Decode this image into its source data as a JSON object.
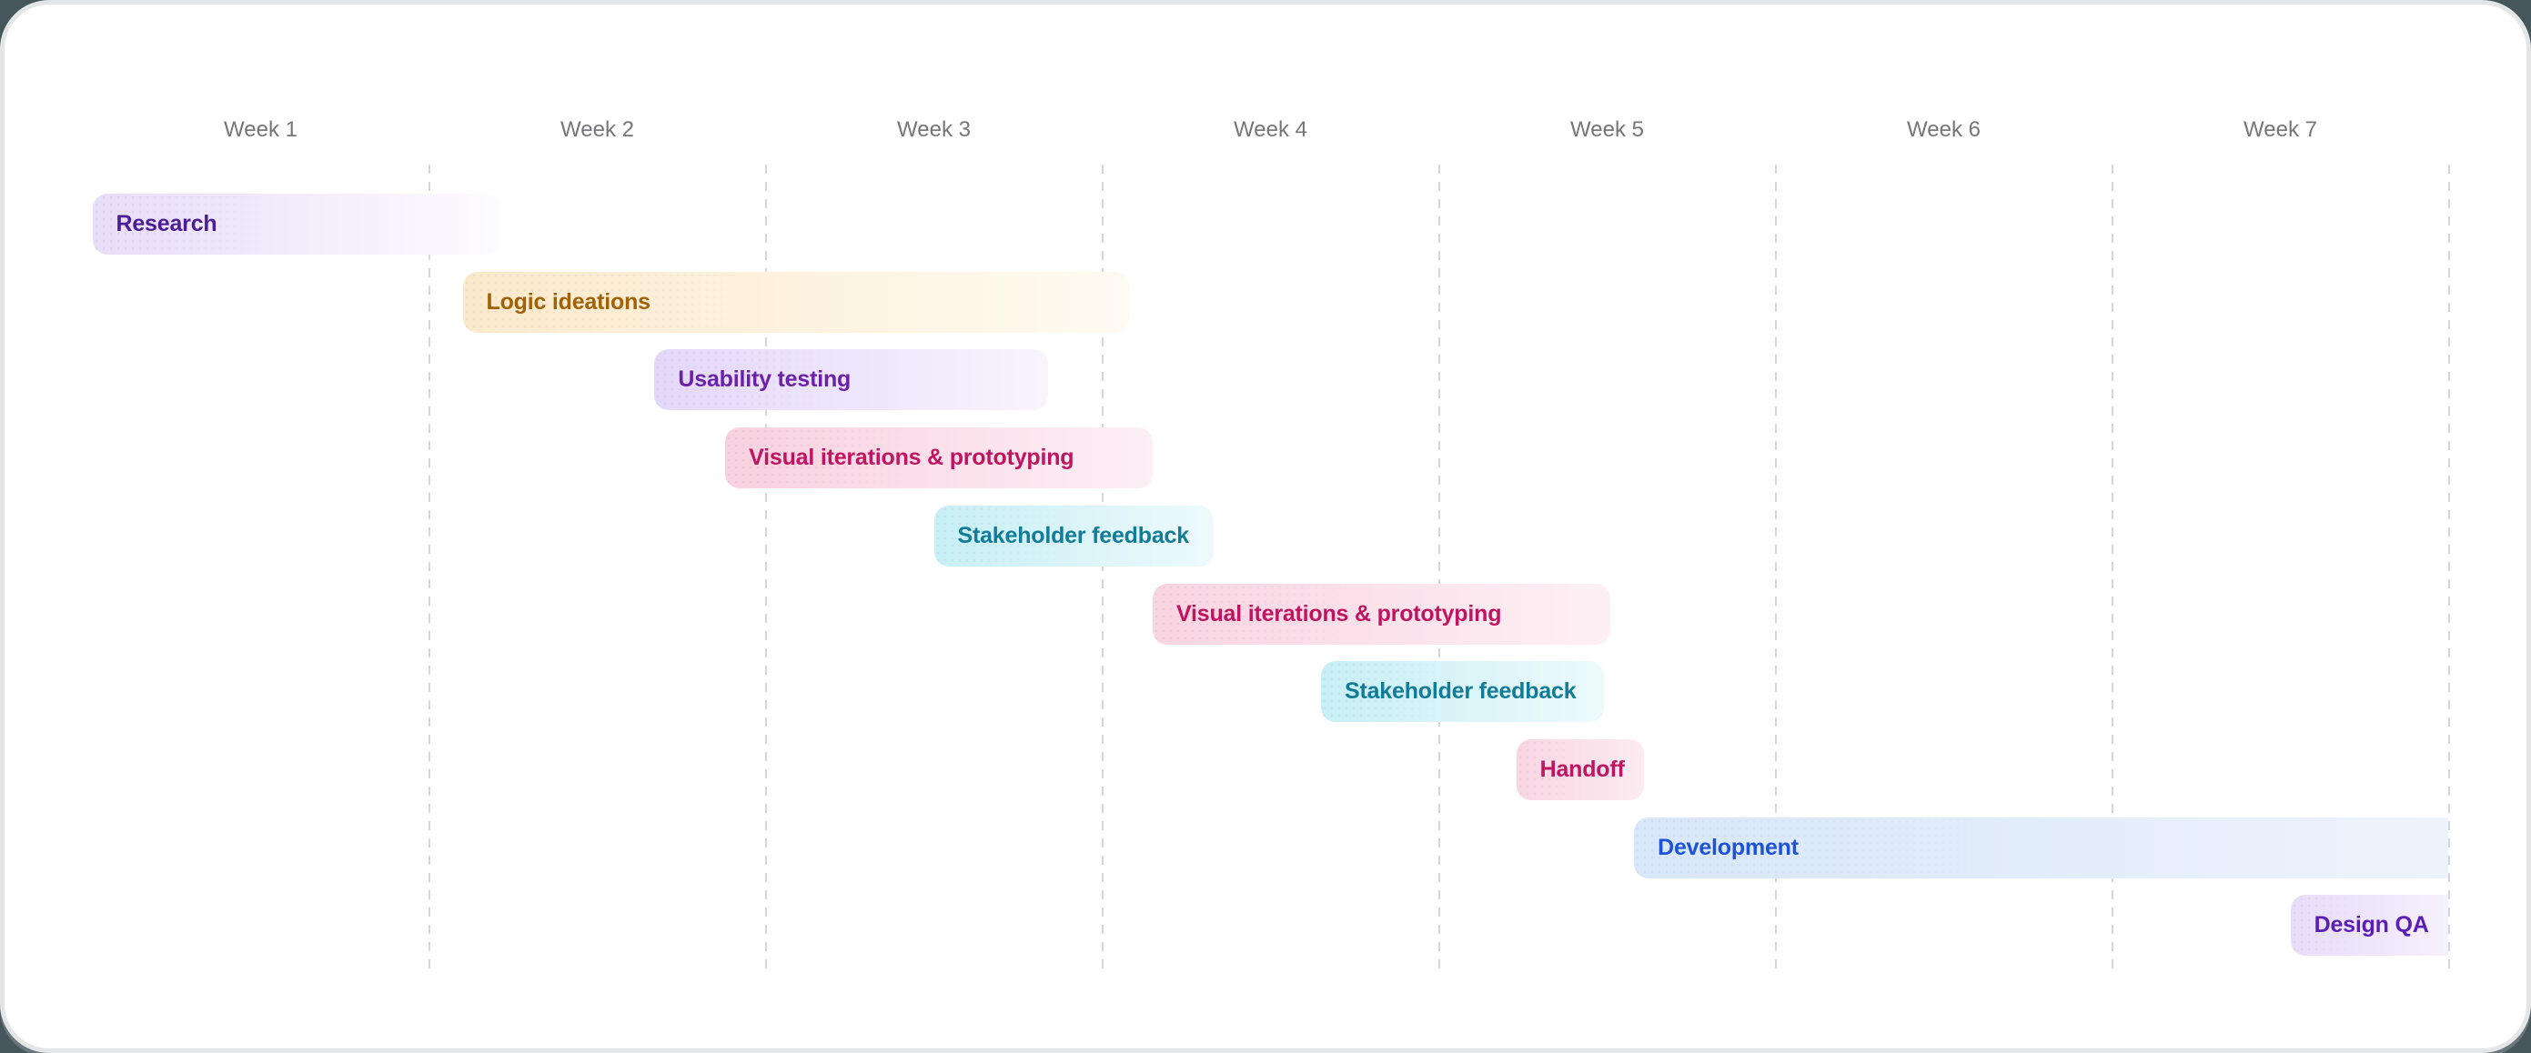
{
  "page": {
    "background_color": "#46575b",
    "card_background": "#ffffff",
    "card_border_color": "#e4e5e7"
  },
  "timeline": {
    "header_label_color": "#76767a",
    "grid_line_color": "#d5d6d9",
    "grid_line_style": "dashed-vertical"
  },
  "chart_data": {
    "type": "gantt",
    "title": "",
    "x_axis": {
      "unit": "week",
      "labels": [
        "Week 1",
        "Week 2",
        "Week 3",
        "Week 4",
        "Week 5",
        "Week 6",
        "Week 7"
      ],
      "range": [
        1,
        8
      ],
      "gridlines": "dashed line at the end of each week column"
    },
    "tasks": [
      {
        "label": "Research",
        "start_week": 1.0,
        "end_week": 2.22,
        "row": 0,
        "text_color": "#4a1d96",
        "bar_color_left": "#e7ddf8",
        "bar_color_right": "#fdfcff",
        "right_edge": "rounded"
      },
      {
        "label": "Logic ideations",
        "start_week": 2.1,
        "end_week": 4.08,
        "row": 1,
        "text_color": "#a16207",
        "bar_color_left": "#fbe9cb",
        "bar_color_right": "#fffbf2",
        "right_edge": "rounded"
      },
      {
        "label": "Usability testing",
        "start_week": 2.67,
        "end_week": 3.84,
        "row": 2,
        "text_color": "#6b21a8",
        "bar_color_left": "#e4d8f9",
        "bar_color_right": "#f7f4fe",
        "right_edge": "rounded"
      },
      {
        "label": "Visual iterations & prototyping",
        "start_week": 2.88,
        "end_week": 4.15,
        "row": 3,
        "text_color": "#bf1460",
        "bar_color_left": "#f8d1df",
        "bar_color_right": "#fdeff5",
        "right_edge": "rounded"
      },
      {
        "label": "Stakeholder feedback",
        "start_week": 3.5,
        "end_week": 4.33,
        "row": 4,
        "text_color": "#117c99",
        "bar_color_left": "#c7eff5",
        "bar_color_right": "#edfafc",
        "right_edge": "rounded"
      },
      {
        "label": "Visual iterations & prototyping",
        "start_week": 4.15,
        "end_week": 5.51,
        "row": 5,
        "text_color": "#bf1460",
        "bar_color_left": "#f9d4e1",
        "bar_color_right": "#fdf0f5",
        "right_edge": "rounded"
      },
      {
        "label": "Stakeholder feedback",
        "start_week": 4.65,
        "end_week": 5.49,
        "row": 6,
        "text_color": "#117c99",
        "bar_color_left": "#c7eff5",
        "bar_color_right": "#edfafc",
        "right_edge": "rounded"
      },
      {
        "label": "Handoff",
        "start_week": 5.23,
        "end_week": 5.61,
        "row": 7,
        "text_color": "#bf1460",
        "bar_color_left": "#f8d6e2",
        "bar_color_right": "#fcebf1",
        "right_edge": "rounded"
      },
      {
        "label": "Development",
        "start_week": 5.58,
        "end_week": 8.0,
        "row": 8,
        "text_color": "#1d52d9",
        "bar_color_left": "#d8e7fa",
        "bar_color_right": "#edf3fc",
        "right_edge": "flat"
      },
      {
        "label": "Design QA",
        "start_week": 7.53,
        "end_week": 8.0,
        "row": 9,
        "text_color": "#5b1cb8",
        "bar_color_left": "#e7ddf9",
        "bar_color_right": "#f5f0fd",
        "right_edge": "flat"
      }
    ]
  }
}
